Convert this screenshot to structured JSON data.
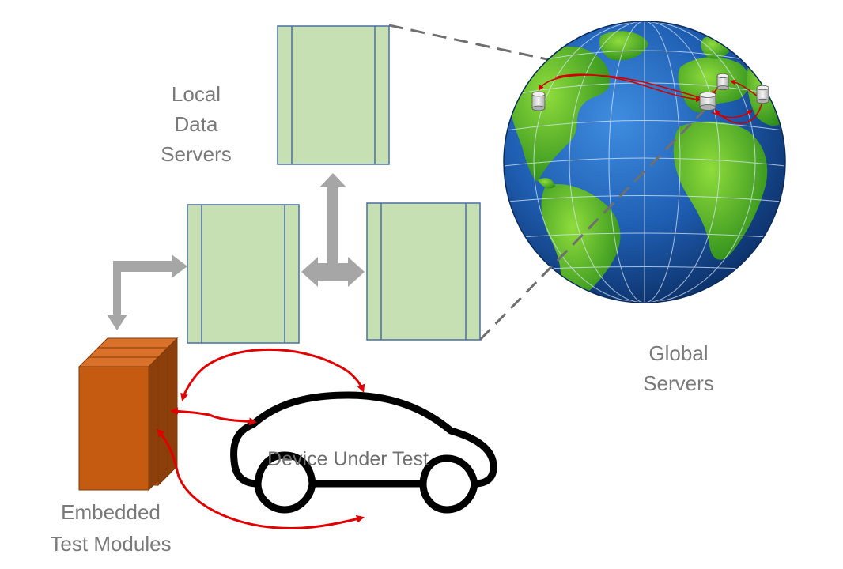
{
  "diagram": {
    "labels": {
      "local_data_servers": [
        "Local",
        "Data",
        "Servers"
      ],
      "global_servers": [
        "Global",
        "Servers"
      ],
      "embedded_test_modules": [
        "Embedded",
        "Test Modules"
      ],
      "device_under_test": "Device Under Test"
    },
    "colors": {
      "server_fill": "#c6e0b4",
      "server_stroke": "#4a6fa0",
      "module_fill": "#c55a11",
      "module_stroke": "#7f3b0a",
      "arrow_gray": "#a6a6a6",
      "link_red": "#e00000",
      "dashed_link": "#6f6f6f",
      "ocean": "#1f5fb3",
      "land": "#5dbb2c",
      "label_gray": "#7a7a7a"
    },
    "icons": [
      "globe-icon",
      "car-outline-icon",
      "database-icon"
    ]
  }
}
